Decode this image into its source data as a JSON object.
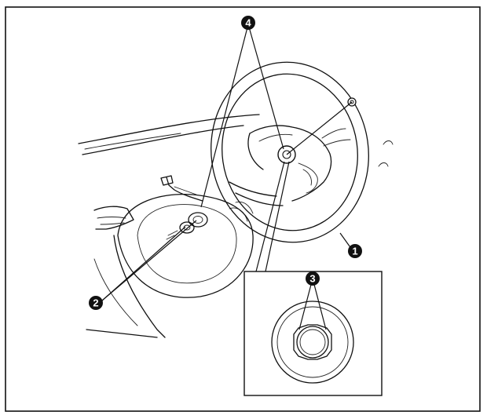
{
  "callouts": {
    "c1": "1",
    "c2": "2",
    "c3": "3",
    "c4": "4"
  },
  "colors": {
    "ink": "#111111",
    "paper": "#ffffff"
  }
}
